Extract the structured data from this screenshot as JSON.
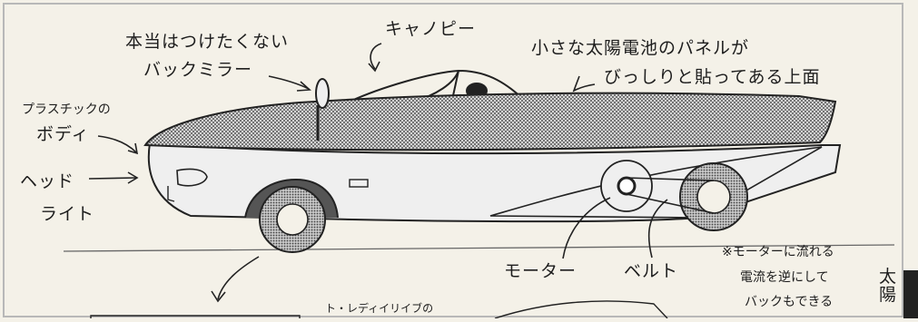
{
  "labels": {
    "mirror_note_line1": "本当はつけたくない",
    "mirror_note_line2": "バックミラー",
    "canopy": "キャノピー",
    "solar_line1": "小さな太陽電池のパネルが",
    "solar_line2": "びっしりと貼ってある上面",
    "body_line1": "プラスチックの",
    "body_line2": "ボディ",
    "headlight_line1": "ヘッド",
    "headlight_line2": "ライト",
    "motor": "モーター",
    "belt": "ベルト",
    "note_line1": "※モーターに流れる",
    "note_line2": "電流を逆にして",
    "note_line3": "バックもできる",
    "side_text": "太陽",
    "cut_text": "ト・レディイリイブの"
  },
  "colors": {
    "paper": "#f4f1e8",
    "ink": "#1d1d1d",
    "tire_gray": "#9a9a9a",
    "panel_dark": "#7a7a7a",
    "frame_gray": "#b8b8b8",
    "tab_black": "#222222"
  }
}
